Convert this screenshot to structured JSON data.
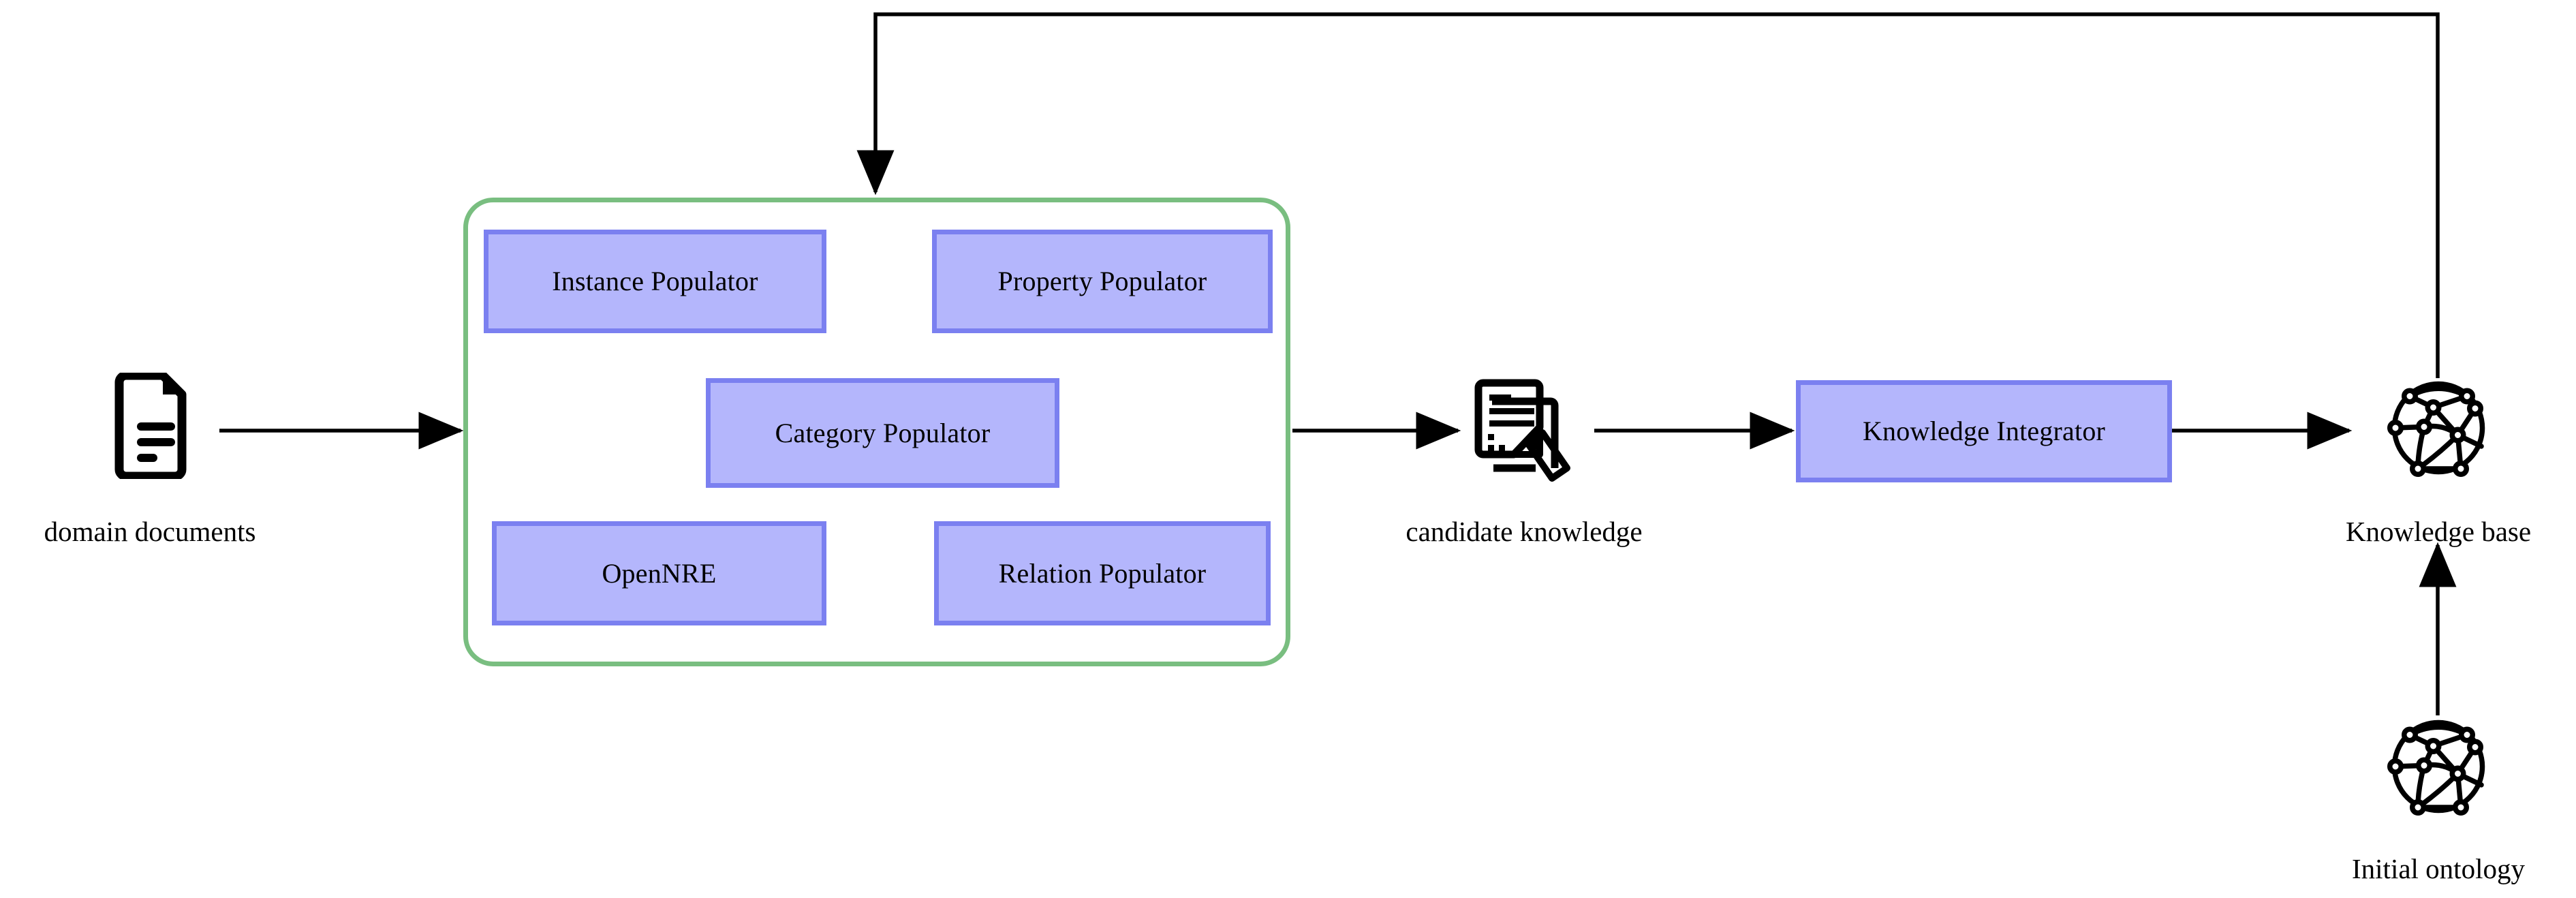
{
  "diagram": {
    "title": "Ontology population and knowledge integration pipeline",
    "colors": {
      "box_fill": "#b4b6fc",
      "box_border": "#7b80f0",
      "group_border": "#79be80",
      "arrow": "#000000",
      "background": "#ffffff"
    }
  },
  "group": {
    "name": "populator-group",
    "label": ""
  },
  "nodes": {
    "instance_populator": "Instance Populator",
    "property_populator": "Property Populator",
    "category_populator": "Category Populator",
    "opennre": "OpenNRE",
    "relation_populator": "Relation Populator",
    "knowledge_integrator": "Knowledge Integrator"
  },
  "icons": {
    "domain_documents": "document-icon",
    "candidate_knowledge": "document-edit-icon",
    "knowledge_base": "network-globe-icon",
    "initial_ontology": "network-globe-icon"
  },
  "captions": {
    "domain_documents": "domain documents",
    "candidate_knowledge": "candidate knowledge",
    "knowledge_base": "Knowledge base",
    "initial_ontology": "Initial ontology"
  },
  "edges": [
    {
      "name": "documents-to-populators",
      "from": "domain documents",
      "to": "populator group",
      "label": ""
    },
    {
      "name": "populators-to-candidate",
      "from": "populator group",
      "to": "candidate knowledge",
      "label": ""
    },
    {
      "name": "candidate-to-integrator",
      "from": "candidate knowledge",
      "to": "Knowledge Integrator",
      "label": ""
    },
    {
      "name": "integrator-to-knowledge-base",
      "from": "Knowledge Integrator",
      "to": "Knowledge base",
      "label": ""
    },
    {
      "name": "ontology-to-knowledge-base",
      "from": "Initial ontology",
      "to": "Knowledge base",
      "label": ""
    },
    {
      "name": "knowledge-base-feedback-to-populators",
      "from": "Knowledge base",
      "to": "populator group",
      "label": ""
    }
  ]
}
